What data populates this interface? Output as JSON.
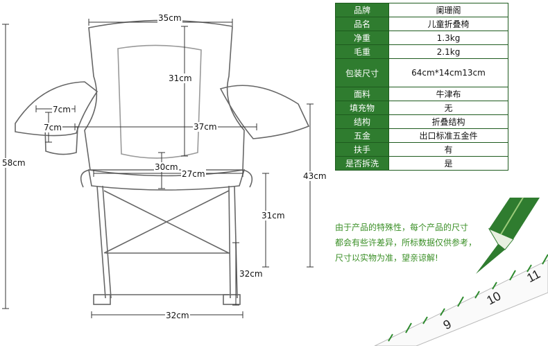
{
  "dimensions": {
    "top_width": "35cm",
    "back_height": "31cm",
    "cup_width": "7cm",
    "cup_height": "7cm",
    "armrest_span": "37cm",
    "seat_depth": "30cm",
    "seat_width": "27cm",
    "total_height": "58cm",
    "armrest_height": "43cm",
    "seat_height": "31cm",
    "leg_height": "32cm",
    "base_width": "32cm"
  },
  "specs": [
    {
      "label": "品牌",
      "value": "阑珊阁"
    },
    {
      "label": "品名",
      "value": "儿童折叠椅"
    },
    {
      "label": "净重",
      "value": "1.3kg"
    },
    {
      "label": "毛重",
      "value": "2.1kg"
    },
    {
      "label": "包装尺寸",
      "value": "64cm*14cm13cm"
    },
    {
      "label": "面料",
      "value": "牛津布"
    },
    {
      "label": "填充物",
      "value": "无"
    },
    {
      "label": "结构",
      "value": "折叠结构"
    },
    {
      "label": "五金",
      "value": "出口标准五金件"
    },
    {
      "label": "扶手",
      "value": "有"
    },
    {
      "label": "是否拆洗",
      "value": "是"
    }
  ],
  "note": {
    "line1": "由于产品的特殊性，每个产品的尺寸",
    "line2": "都会有些许差异，所标数据仅供参考，",
    "line3": "尺寸以实物为准，望亲谅解!"
  },
  "ruler": {
    "n9": "9",
    "n10": "10",
    "n11": "11"
  },
  "colors": {
    "header_green": "#2f7c2f",
    "note_green": "#3a8f26"
  }
}
